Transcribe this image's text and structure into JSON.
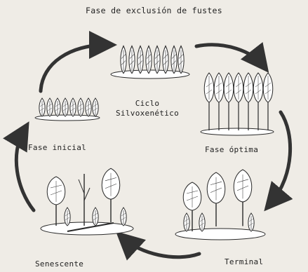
{
  "title": "Fase de exclusión de fustes",
  "center": {
    "line1": "Ciclo",
    "line2": "Silvoxenético"
  },
  "stages": {
    "initial": "Fase inicial",
    "optima": "Fase óptima",
    "terminal": "Terminal",
    "senescent": "Senescente"
  },
  "colors": {
    "ink": "#2a2a2a",
    "arrow": "#333333",
    "background": "#efece6"
  }
}
